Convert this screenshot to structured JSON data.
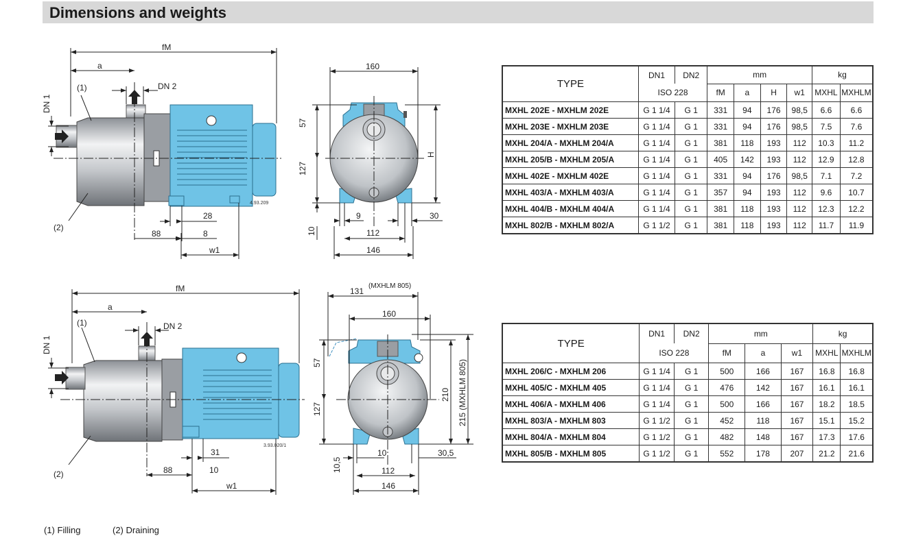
{
  "header": {
    "title": "Dimensions and weights"
  },
  "drawing1": {
    "fM": "fM",
    "a": "a",
    "dn1": "DN 1",
    "dn2": "DN 2",
    "filling": "(1)",
    "draining": "(2)",
    "d28": "28",
    "d88": "88",
    "d8": "8",
    "w1": "w1",
    "ref": "4.93.209",
    "d160": "160",
    "d57": "57",
    "d127": "127",
    "d10": "10",
    "H": "H",
    "d9": "9",
    "d30": "30",
    "d112": "112",
    "d146": "146"
  },
  "drawing2": {
    "fM": "fM",
    "a": "a",
    "dn1": "DN 1",
    "dn2": "DN 2",
    "filling": "(1)",
    "draining": "(2)",
    "d31": "31",
    "d88": "88",
    "d10": "10",
    "w1": "w1",
    "ref": "3.93.020/1",
    "d131": "131",
    "d131note": "(MXHLM 805)",
    "d160": "160",
    "d57": "57",
    "d127": "127",
    "d210": "210",
    "d215": "215 (MXHLM 805)",
    "d105": "10,5",
    "d10b": "10",
    "d305": "30,5",
    "d112": "112",
    "d146": "146"
  },
  "table1": {
    "h_type": "TYPE",
    "h_dn1": "DN1",
    "h_dn2": "DN2",
    "h_iso": "ISO 228",
    "h_mm": "mm",
    "h_kg": "kg",
    "cols": [
      "fM",
      "a",
      "H",
      "w1",
      "MXHL",
      "MXHLM"
    ],
    "rows": [
      {
        "type": "MXHL 202E  -  MXHLM 202E",
        "dn1": "G 1 1/4",
        "dn2": "G 1",
        "fm": "331",
        "a": "94",
        "h": "176",
        "w1": "98,5",
        "mxhl": "6.6",
        "mxhlm": "6.6"
      },
      {
        "type": "MXHL 203E  -  MXHLM 203E",
        "dn1": "G 1 1/4",
        "dn2": "G 1",
        "fm": "331",
        "a": "94",
        "h": "176",
        "w1": "98,5",
        "mxhl": "7.5",
        "mxhlm": "7.6"
      },
      {
        "type": "MXHL 204/A  -  MXHLM 204/A",
        "dn1": "G 1 1/4",
        "dn2": "G 1",
        "fm": "381",
        "a": "118",
        "h": "193",
        "w1": "112",
        "mxhl": "10.3",
        "mxhlm": "11.2"
      },
      {
        "type": "MXHL 205/B  -  MXHLM 205/A",
        "dn1": "G 1 1/4",
        "dn2": "G 1",
        "fm": "405",
        "a": "142",
        "h": "193",
        "w1": "112",
        "mxhl": "12.9",
        "mxhlm": "12.8"
      },
      {
        "type": "MXHL 402E  -  MXHLM 402E",
        "dn1": "G 1 1/4",
        "dn2": "G 1",
        "fm": "331",
        "a": "94",
        "h": "176",
        "w1": "98,5",
        "mxhl": "7.1",
        "mxhlm": "7.2"
      },
      {
        "type": "MXHL 403/A  -  MXHLM 403/A",
        "dn1": "G 1 1/4",
        "dn2": "G 1",
        "fm": "357",
        "a": "94",
        "h": "193",
        "w1": "112",
        "mxhl": "9.6",
        "mxhlm": "10.7"
      },
      {
        "type": "MXHL 404/B  -  MXHLM 404/A",
        "dn1": "G 1 1/4",
        "dn2": "G 1",
        "fm": "381",
        "a": "118",
        "h": "193",
        "w1": "112",
        "mxhl": "12.3",
        "mxhlm": "12.2"
      },
      {
        "type": "MXHL 802/B  -  MXHLM 802/A",
        "dn1": "G 1 1/2",
        "dn2": "G 1",
        "fm": "381",
        "a": "118",
        "h": "193",
        "w1": "112",
        "mxhl": "11.7",
        "mxhlm": "11.9"
      }
    ]
  },
  "table2": {
    "h_type": "TYPE",
    "h_dn1": "DN1",
    "h_dn2": "DN2",
    "h_iso": "ISO 228",
    "h_mm": "mm",
    "h_kg": "kg",
    "cols": [
      "fM",
      "a",
      "w1",
      "MXHL",
      "MXHLM"
    ],
    "rows": [
      {
        "type": "MXHL 206/C - MXHLM 206",
        "dn1": "G 1 1/4",
        "dn2": "G 1",
        "fm": "500",
        "a": "166",
        "w1": "167",
        "mxhl": "16.8",
        "mxhlm": "16.8"
      },
      {
        "type": "MXHL 405/C - MXHLM 405",
        "dn1": "G 1 1/4",
        "dn2": "G 1",
        "fm": "476",
        "a": "142",
        "w1": "167",
        "mxhl": "16.1",
        "mxhlm": "16.1"
      },
      {
        "type": "MXHL 406/A - MXHLM 406",
        "dn1": "G 1 1/4",
        "dn2": "G 1",
        "fm": "500",
        "a": "166",
        "w1": "167",
        "mxhl": "18.2",
        "mxhlm": "18.5"
      },
      {
        "type": "MXHL 803/A - MXHLM 803",
        "dn1": "G 1 1/2",
        "dn2": "G 1",
        "fm": "452",
        "a": "118",
        "w1": "167",
        "mxhl": "15.1",
        "mxhlm": "15.2"
      },
      {
        "type": "MXHL 804/A - MXHLM 804",
        "dn1": "G 1 1/2",
        "dn2": "G 1",
        "fm": "482",
        "a": "148",
        "w1": "167",
        "mxhl": "17.3",
        "mxhlm": "17.6"
      },
      {
        "type": "MXHL 805/B - MXHLM 805",
        "dn1": "G 1 1/2",
        "dn2": "G 1",
        "fm": "552",
        "a": "178",
        "w1": "207",
        "mxhl": "21.2",
        "mxhlm": "21.6"
      }
    ]
  },
  "footnotes": {
    "filling": "(1)  Filling",
    "draining": "(2) Draining"
  },
  "colors": {
    "pump_blue": "#6fc3e6",
    "steel": "#c9ccd0",
    "header_bg": "#d8d8d8"
  }
}
